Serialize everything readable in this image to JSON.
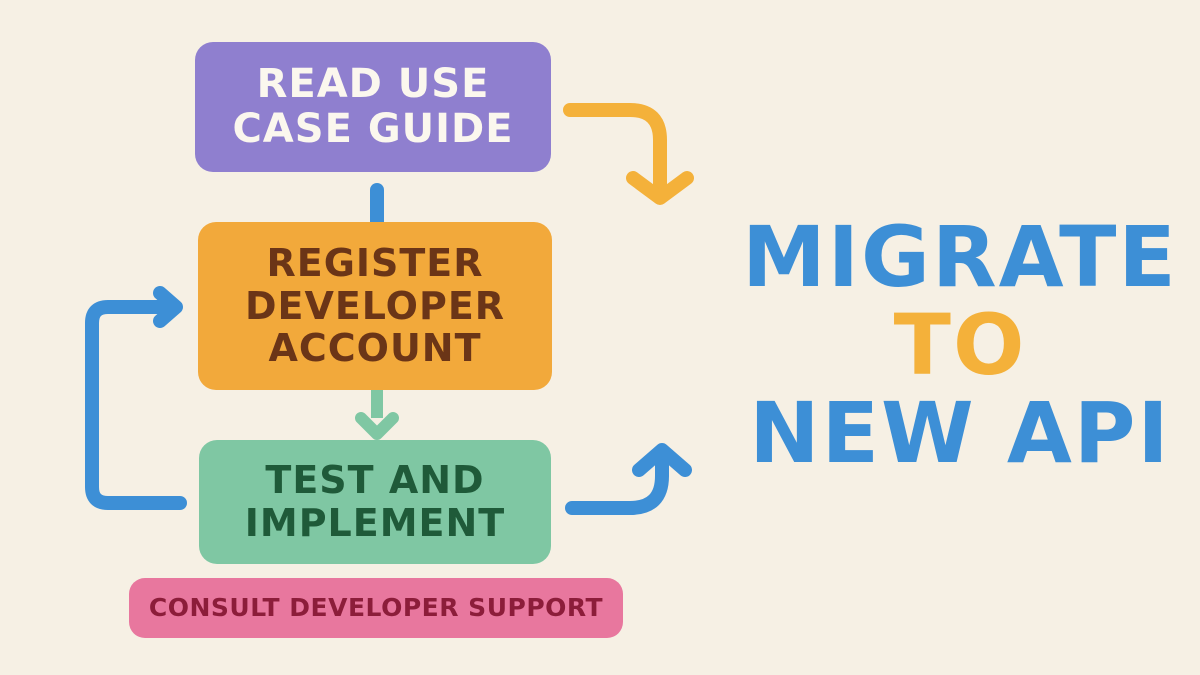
{
  "steps": {
    "read_use_case_guide": {
      "line1": "READ USE",
      "line2": "CASE GUIDE"
    },
    "register_developer_account": {
      "line1": "REGISTER",
      "line2": "DEVELOPER",
      "line3": "ACCOUNT"
    },
    "test_and_implement": {
      "line1": "TEST AND",
      "line2": "IMPLEMENT"
    },
    "consult_developer_support": {
      "label": "CONSULT DEVELOPER SUPPORT"
    }
  },
  "goal": {
    "line1": "MIGRATE",
    "line2": "TO",
    "line3": "NEW API"
  },
  "colors": {
    "background": "#f6f0e4",
    "purple_box": "#8f7fcf",
    "orange_box": "#f2a93b",
    "green_box": "#7fc7a3",
    "pink_box": "#e8779e",
    "blue_arrow": "#3d8fd6",
    "yellow_arrow": "#f4b13a",
    "teal_arrow": "#7fc7a3",
    "title_blue": "#3d8fd6",
    "title_orange": "#f4b13a"
  }
}
